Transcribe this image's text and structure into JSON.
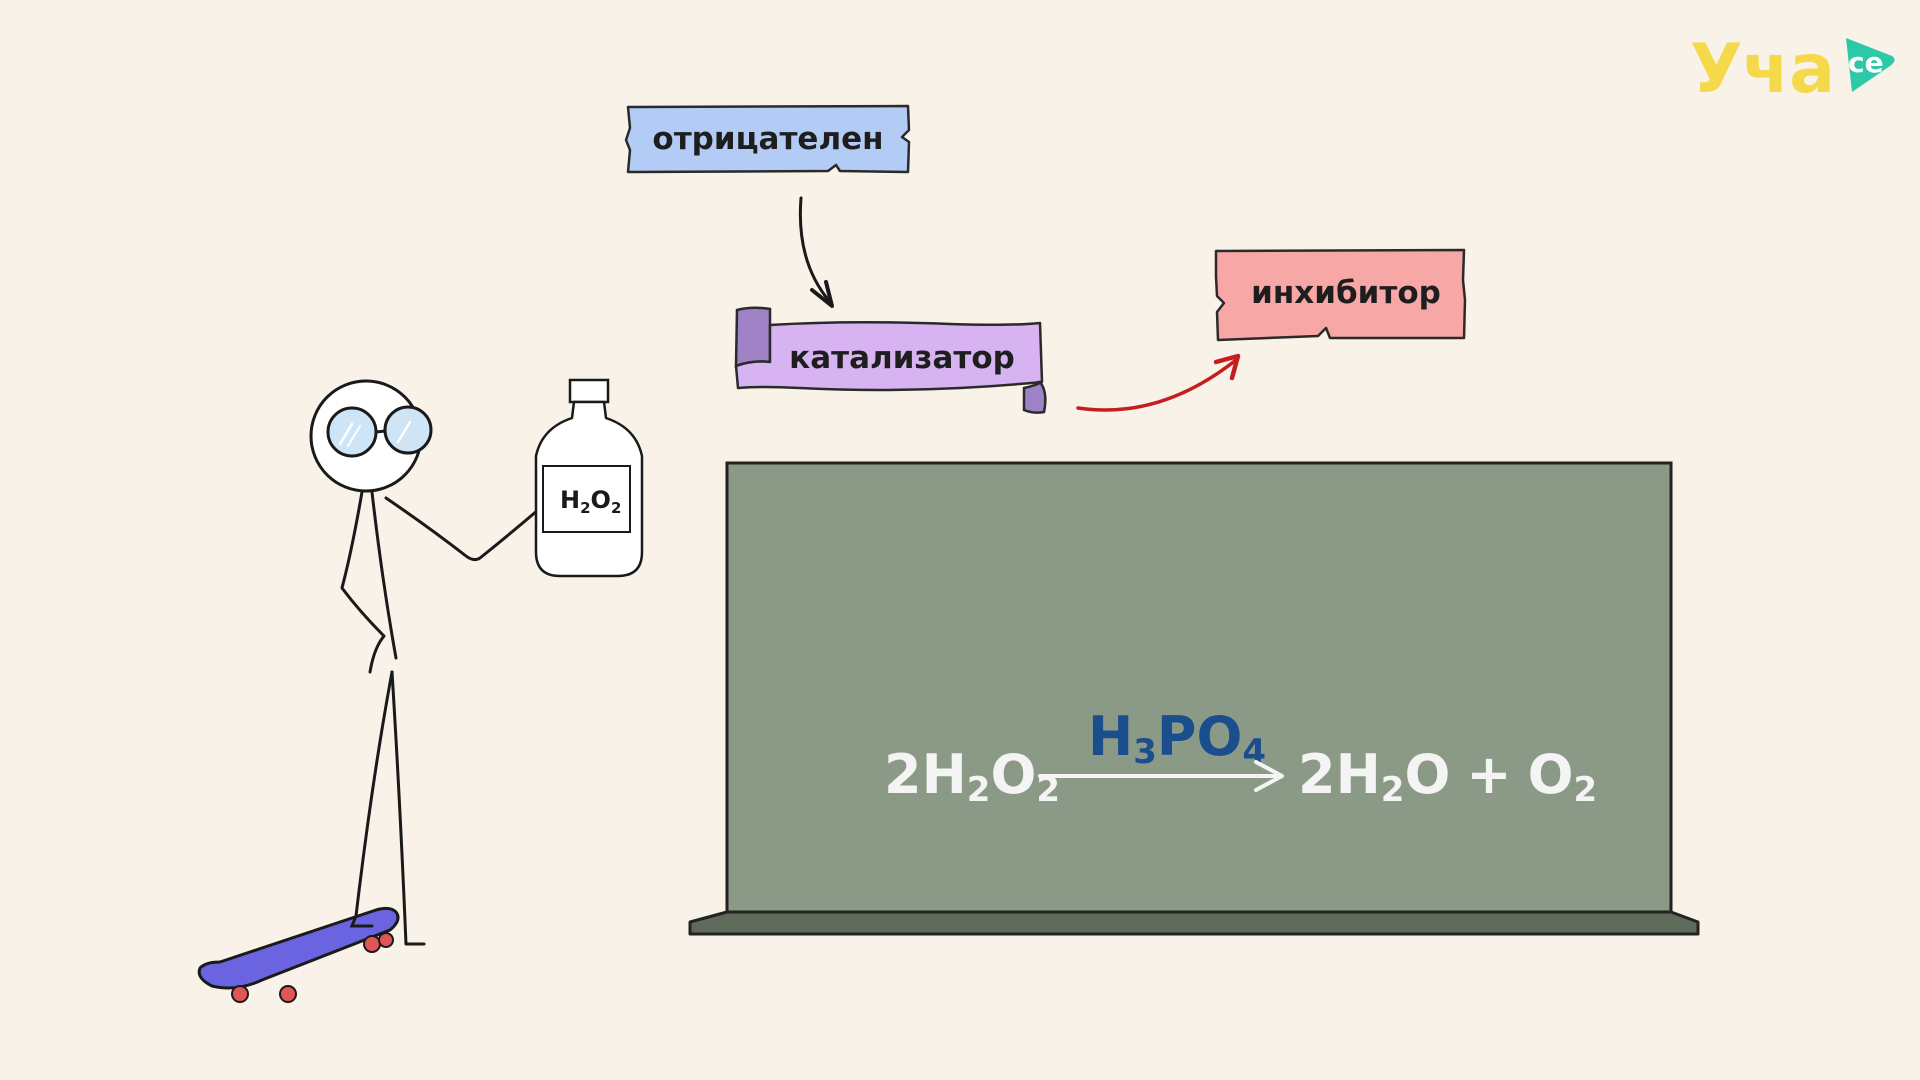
{
  "logo": {
    "brand": "Уча",
    "badge": "се",
    "brand_color": "#f5d94a",
    "badge_color": "#2cc9a8"
  },
  "labels": {
    "negative": "отрицателен",
    "catalyst": "катализатор",
    "inhibitor": "инхибитор"
  },
  "bottle": {
    "label_main": "H",
    "label_sub1": "2",
    "label_mid": "O",
    "label_sub2": "2"
  },
  "equation": {
    "catalyst": {
      "main": "H",
      "sub1": "3",
      "mid": "PO",
      "sub2": "4"
    },
    "reactant": {
      "coef": "2H",
      "sub1": "2",
      "mid": "O",
      "sub2": "2"
    },
    "product1": {
      "coef": "2H",
      "sub1": "2",
      "mid": "O"
    },
    "plus": "+",
    "product2": {
      "main": "O",
      "sub": "2"
    }
  },
  "colors": {
    "background": "#f8f2e8",
    "board": "#8a9a86",
    "negative_tag": "#b3ccf5",
    "catalyst_banner": "#d7b3f2",
    "catalyst_fold": "#9f82c6",
    "inhibitor_tag": "#f7a8a6",
    "red_arrow": "#c41f1f",
    "skateboard": "#6b64e0",
    "wheels": "#e05555"
  }
}
